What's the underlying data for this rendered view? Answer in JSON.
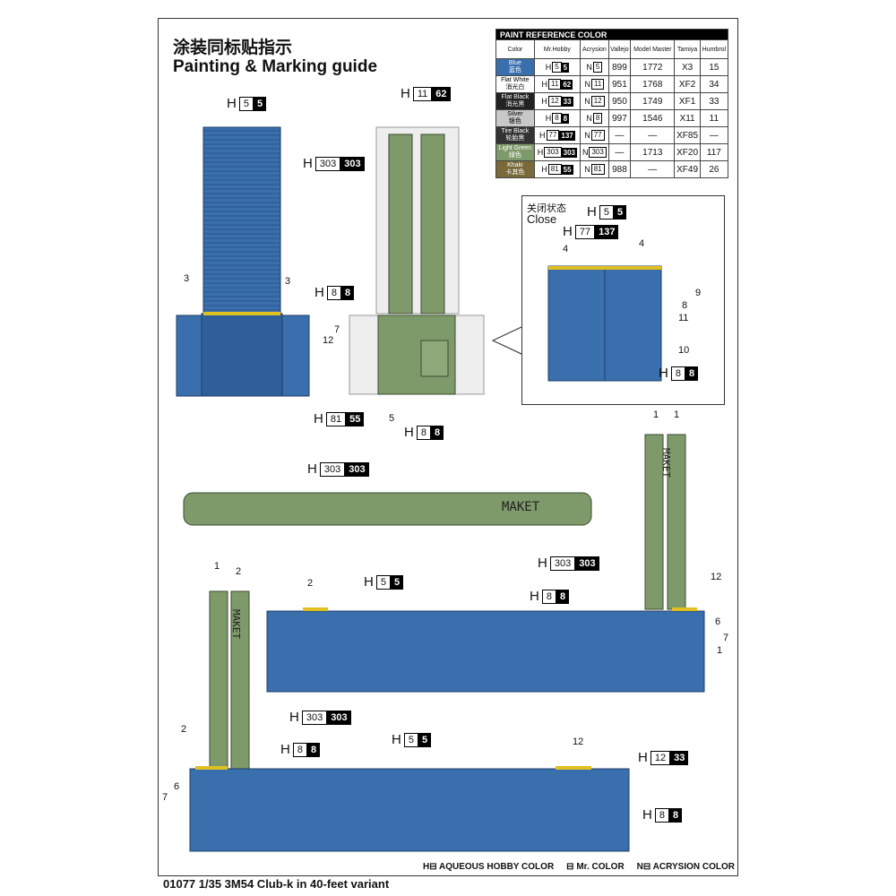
{
  "title_cn": "涂装同标贴指示",
  "title_en": "Painting & Marking guide",
  "paint_table": {
    "caption": "PAINT  REFERENCE COLOR",
    "headers": [
      "Color",
      "Mr.Hobby",
      "Acrysion",
      "Vallejo",
      "Model Master",
      "Tamiya",
      "Humbrol"
    ],
    "rows": [
      {
        "name_en": "Blue",
        "name_cn": "蓝色",
        "h": "5",
        "m": "5",
        "n": "5",
        "vallejo": "899",
        "mm": "1772",
        "tamiya": "X3",
        "humbrol": "15",
        "color": "#3a6fae",
        "text": "#fff"
      },
      {
        "name_en": "Flat White",
        "name_cn": "消光白",
        "h": "11",
        "m": "62",
        "n": "11",
        "vallejo": "951",
        "mm": "1768",
        "tamiya": "XF2",
        "humbrol": "34",
        "color": "#ffffff",
        "text": "#000"
      },
      {
        "name_en": "Flat Black",
        "name_cn": "消光黑",
        "h": "12",
        "m": "33",
        "n": "12",
        "vallejo": "950",
        "mm": "1749",
        "tamiya": "XF1",
        "humbrol": "33",
        "color": "#222222",
        "text": "#fff"
      },
      {
        "name_en": "Silver",
        "name_cn": "银色",
        "h": "8",
        "m": "8",
        "n": "8",
        "vallejo": "997",
        "mm": "1546",
        "tamiya": "X11",
        "humbrol": "11",
        "color": "#c8c8c8",
        "text": "#000"
      },
      {
        "name_en": "Tire Black",
        "name_cn": "轮胎黑",
        "h": "77",
        "m": "137",
        "n": "77",
        "vallejo": "—",
        "mm": "—",
        "tamiya": "XF85",
        "humbrol": "—",
        "color": "#333333",
        "text": "#fff"
      },
      {
        "name_en": "Light Green",
        "name_cn": "绿色",
        "h": "303",
        "m": "303",
        "n": "303",
        "vallejo": "—",
        "mm": "1713",
        "tamiya": "XF20",
        "humbrol": "117",
        "color": "#7e9a6a",
        "text": "#fff"
      },
      {
        "name_en": "Khaki",
        "name_cn": "卡其色",
        "h": "81",
        "m": "55",
        "n": "81",
        "vallejo": "988",
        "mm": "—",
        "tamiya": "XF49",
        "humbrol": "26",
        "color": "#7a6a3a",
        "text": "#fff"
      }
    ]
  },
  "callouts": [
    {
      "id": "c1",
      "h": "H",
      "box": "5",
      "blk": "5"
    },
    {
      "id": "c2",
      "h": "H",
      "box": "11",
      "blk": "62"
    },
    {
      "id": "c3",
      "h": "H",
      "box": "303",
      "blk": "303"
    },
    {
      "id": "c4",
      "h": "H",
      "box": "8",
      "blk": "8"
    },
    {
      "id": "c5",
      "h": "H",
      "box": "81",
      "blk": "55"
    },
    {
      "id": "c6",
      "h": "H",
      "box": "8",
      "blk": "8"
    },
    {
      "id": "c7",
      "h": "H",
      "box": "303",
      "blk": "303"
    },
    {
      "id": "c8",
      "h": "H",
      "box": "5",
      "blk": "5"
    },
    {
      "id": "c9",
      "h": "H",
      "box": "303",
      "blk": "303"
    },
    {
      "id": "c10",
      "h": "H",
      "box": "8",
      "blk": "8"
    },
    {
      "id": "c11",
      "h": "H",
      "box": "303",
      "blk": "303"
    },
    {
      "id": "c12",
      "h": "H",
      "box": "8",
      "blk": "8"
    },
    {
      "id": "c13",
      "h": "H",
      "box": "5",
      "blk": "5"
    },
    {
      "id": "c14",
      "h": "H",
      "box": "12",
      "blk": "33"
    },
    {
      "id": "c15",
      "h": "H",
      "box": "8",
      "blk": "8"
    },
    {
      "id": "c16",
      "h": "H",
      "box": "5",
      "blk": "5"
    },
    {
      "id": "c17",
      "h": "H",
      "box": "77",
      "blk": "137"
    },
    {
      "id": "c18",
      "h": "H",
      "box": "8",
      "blk": "8"
    }
  ],
  "close_cn": "关闭状态",
  "close_en": "Close",
  "part_numbers": [
    "3",
    "3",
    "7",
    "12",
    "5",
    "4",
    "4",
    "9",
    "8",
    "11",
    "10",
    "1",
    "1",
    "2",
    "12",
    "6",
    "7",
    "1",
    "1",
    "2",
    "2",
    "12",
    "6",
    "7"
  ],
  "maket": "MAKET",
  "legend": [
    "H⊟ AQUEOUS HOBBY COLOR",
    "⊟ Mr. COLOR",
    "N⊟ ACRYSION COLOR"
  ],
  "footer": "01077  1/35  3M54  Club-k in 40-feet variant",
  "colors": {
    "blue": "#3a6fae",
    "green": "#7e9a6a",
    "khaki": "#7a6a3a",
    "white": "#f0f0f0"
  }
}
